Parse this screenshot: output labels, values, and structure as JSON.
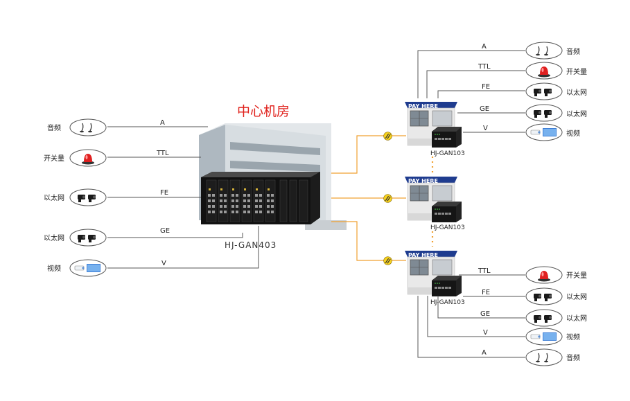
{
  "title": "中心机房",
  "central_device": "HJ-GAN403",
  "booth_sign": "PAY HERE",
  "remote_device": "HJ-GAN103",
  "colors": {
    "title": "#e0201b",
    "fiber": "#f0a030",
    "sign": "#1f3c8f"
  },
  "left_links": [
    {
      "line_label": "A",
      "device_label": "音频",
      "icon": "microphone-icon"
    },
    {
      "line_label": "TTL",
      "device_label": "开关量",
      "icon": "alarm-light-icon"
    },
    {
      "line_label": "FE",
      "device_label": "以太网",
      "icon": "network-camera-icon"
    },
    {
      "line_label": "GE",
      "device_label": "以太网",
      "icon": "network-camera-icon"
    },
    {
      "line_label": "V",
      "device_label": "视频",
      "icon": "video-camera-icon"
    }
  ],
  "top_booth_links": [
    {
      "line_label": "A",
      "device_label": "音频",
      "icon": "microphone-icon"
    },
    {
      "line_label": "TTL",
      "device_label": "开关量",
      "icon": "alarm-light-icon"
    },
    {
      "line_label": "FE",
      "device_label": "以太网",
      "icon": "network-camera-icon"
    },
    {
      "line_label": "GE",
      "device_label": "以太网",
      "icon": "network-camera-icon"
    },
    {
      "line_label": "V",
      "device_label": "视频",
      "icon": "video-camera-icon"
    }
  ],
  "bottom_booth_links": [
    {
      "line_label": "TTL",
      "device_label": "开关量",
      "icon": "alarm-light-icon"
    },
    {
      "line_label": "FE",
      "device_label": "以太网",
      "icon": "network-camera-icon"
    },
    {
      "line_label": "GE",
      "device_label": "以太网",
      "icon": "network-camera-icon"
    },
    {
      "line_label": "V",
      "device_label": "视频",
      "icon": "video-camera-icon"
    },
    {
      "line_label": "A",
      "device_label": "音频",
      "icon": "microphone-icon"
    }
  ]
}
